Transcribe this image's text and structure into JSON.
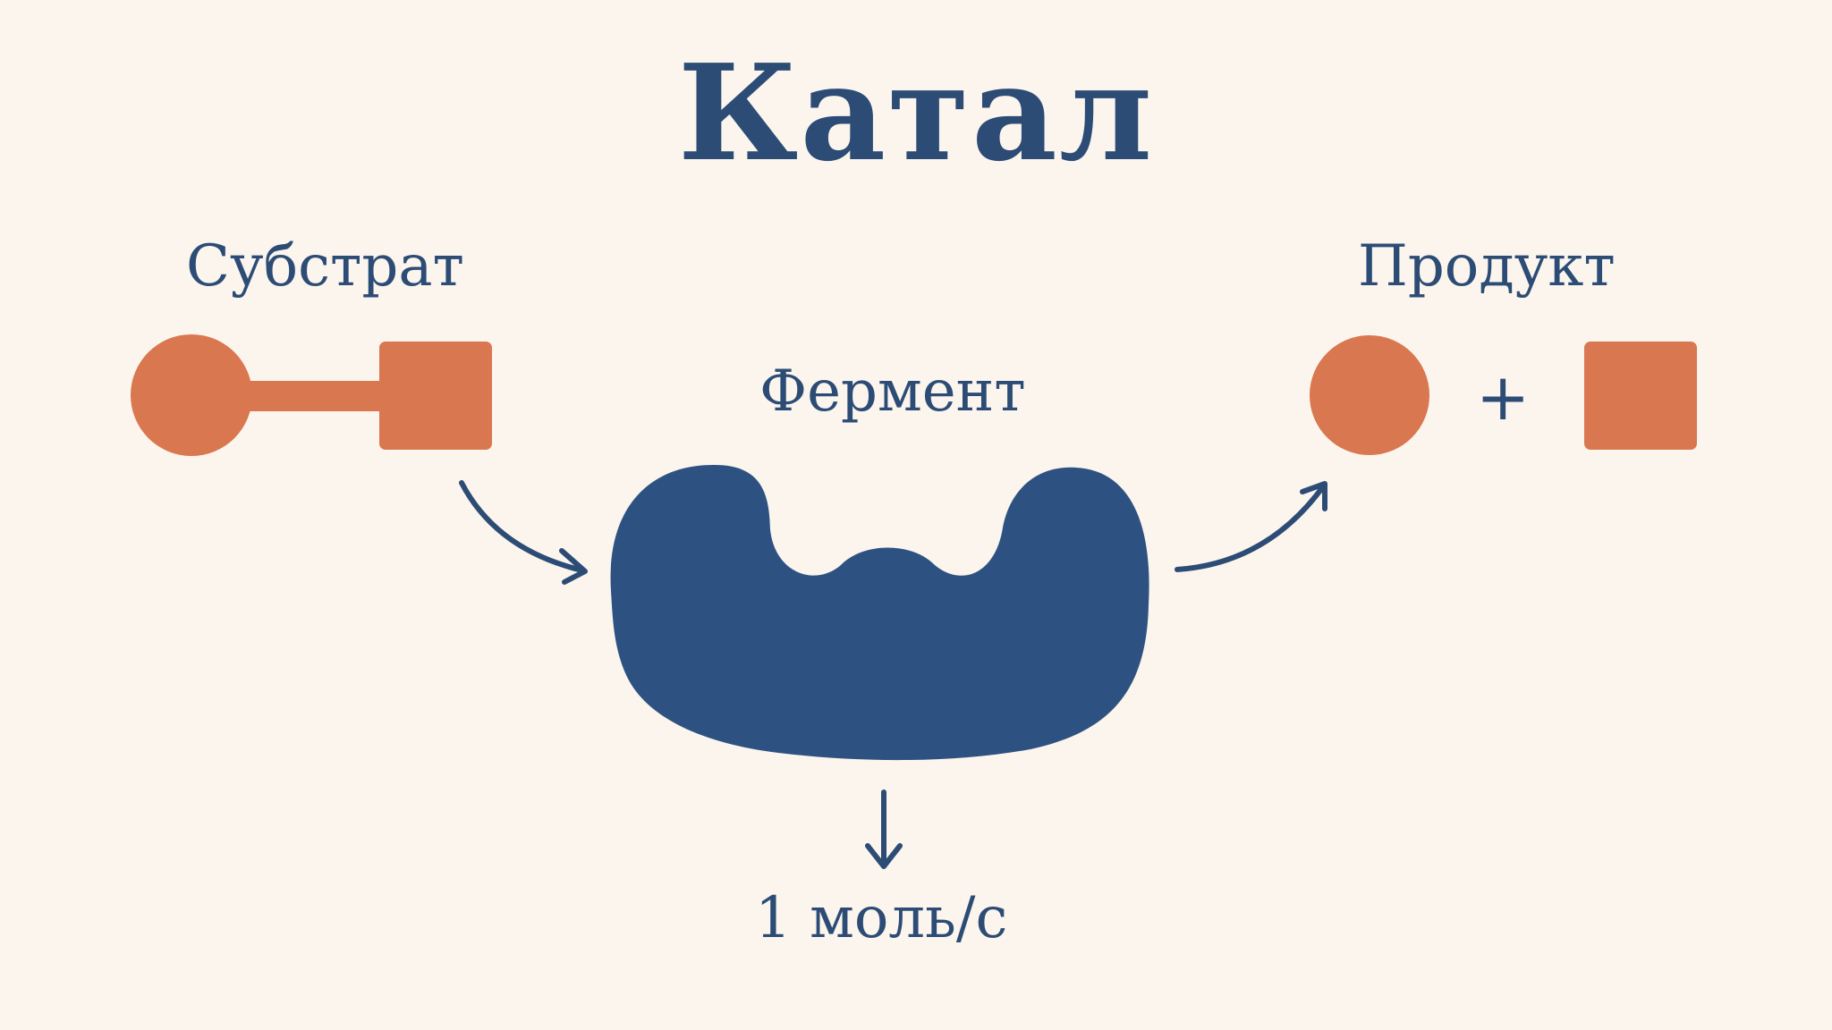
{
  "title": "Катал",
  "substrate": {
    "label": "Субстрат"
  },
  "enzyme": {
    "label": "Фермент"
  },
  "product": {
    "label": "Продукт",
    "plus": "+"
  },
  "rate": {
    "label": "1 моль/с"
  },
  "colors": {
    "background": "#fbf5ed",
    "accent_orange": "#d97750",
    "enzyme_blue": "#2d5282",
    "text_blue": "#2c4c76"
  },
  "icons": {
    "substrate": "circle-bar-square-molecule",
    "enzyme": "enzyme-blob",
    "product_circle": "circle",
    "product_square": "square"
  }
}
